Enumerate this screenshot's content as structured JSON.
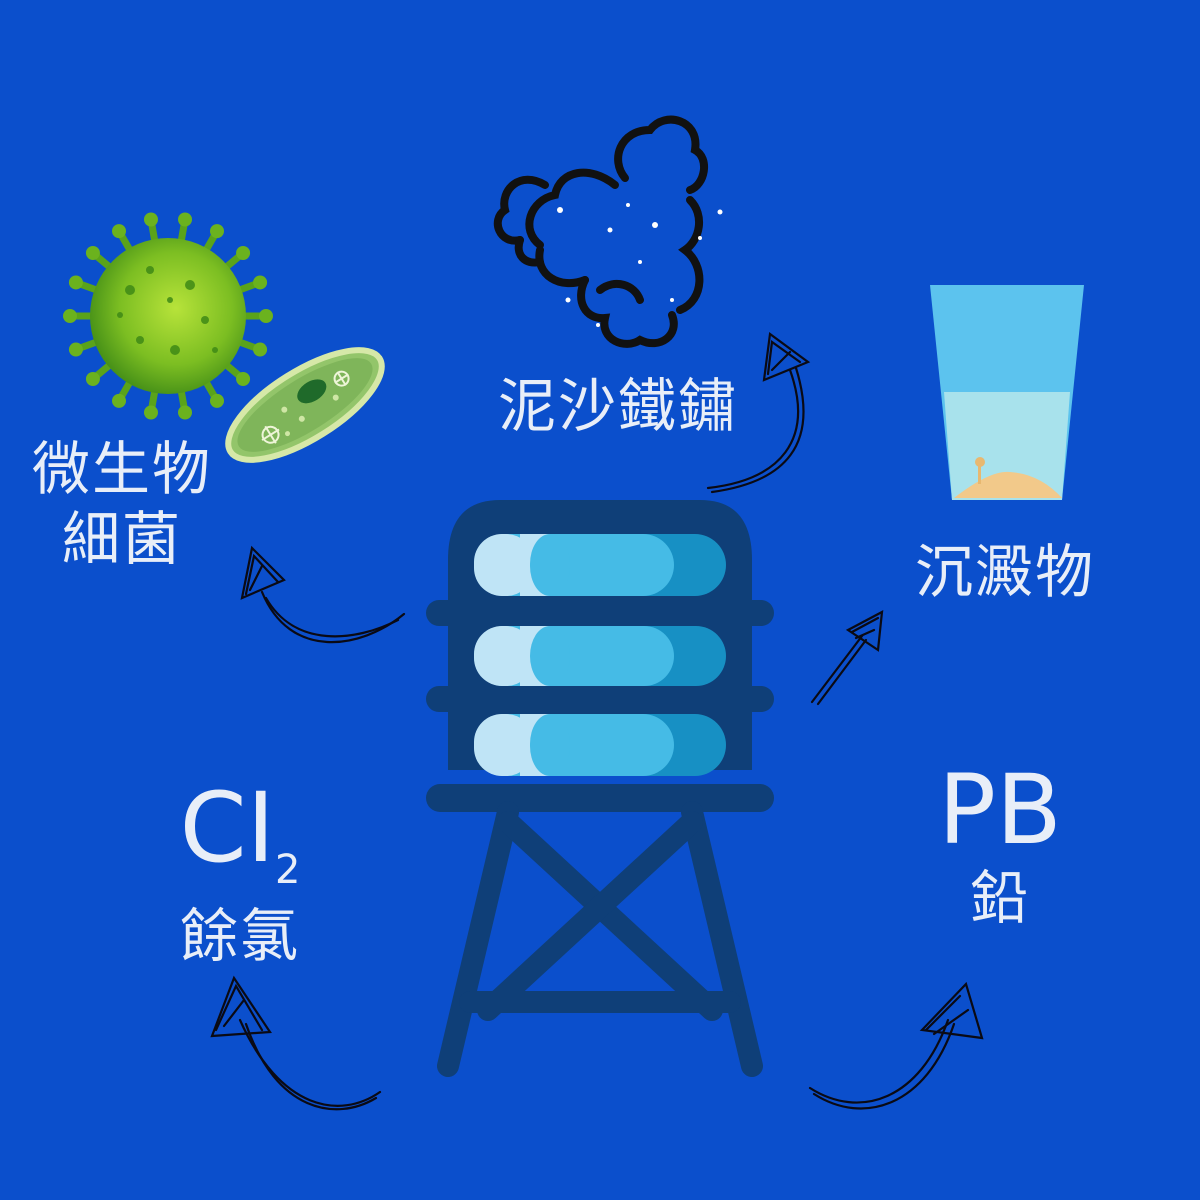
{
  "colors": {
    "background": "#0b4fcc",
    "tank_dark": "#0f3f78",
    "tank_light": "#bfe4f6",
    "tank_mid": "#45bbe6",
    "tank_deep": "#1790c4",
    "label_text": "#e8eef8",
    "arrow": "#0a0a14"
  },
  "labels": {
    "microbes_line1": "微生物",
    "microbes_line2": "細菌",
    "sediment_rust": "泥沙鐵鏽",
    "precipitate": "沉澱物",
    "chlorine_symbol": "CI",
    "chlorine_subscript": "2",
    "chlorine_name": "餘氯",
    "lead_symbol": "PB",
    "lead_name": "鉛"
  },
  "icons": {
    "water_tower": "water-tower-icon",
    "virus": "virus-icon",
    "paramecium": "paramecium-icon",
    "dust_cloud": "dust-cloud-icon",
    "glass": "sediment-glass-icon"
  }
}
